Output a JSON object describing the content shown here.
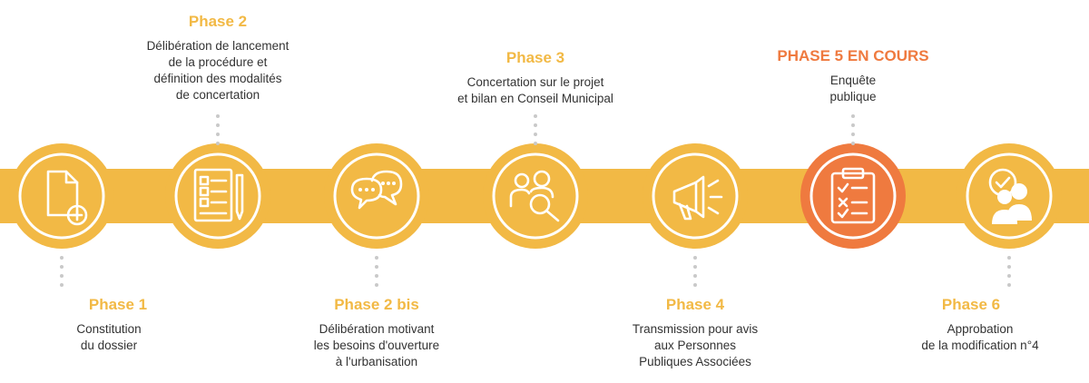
{
  "colors": {
    "phase_yellow": "#f2b945",
    "phase_yellow_dark": "#e0a52e",
    "active_orange": "#ef7a3f",
    "text": "#333333",
    "dots": "#c9c9c9"
  },
  "phases": [
    {
      "title": "Phase 1",
      "desc": [
        "Constitution",
        "du dossier"
      ],
      "icon": "document-add-icon",
      "active": false
    },
    {
      "title": "Phase 2",
      "desc": [
        "Délibération de lancement",
        "de la procédure et",
        "définition des modalités",
        "de concertation"
      ],
      "icon": "form-list-pencil-icon",
      "active": false
    },
    {
      "title": "Phase 2 bis",
      "desc": [
        "Délibération motivant",
        "les besoins d'ouverture",
        "à l'urbanisation"
      ],
      "icon": "chat-bubbles-icon",
      "active": false
    },
    {
      "title": "Phase 3",
      "desc": [
        "Concertation sur le projet",
        "et bilan en Conseil Municipal"
      ],
      "icon": "group-search-icon",
      "active": false
    },
    {
      "title": "Phase 4",
      "desc": [
        "Transmission pour avis",
        "aux Personnes",
        "Publiques Associées"
      ],
      "icon": "megaphone-icon",
      "active": false
    },
    {
      "title": "PHASE 5 EN COURS",
      "desc": [
        "Enquête",
        "publique"
      ],
      "icon": "clipboard-checklist-icon",
      "active": true
    },
    {
      "title": "Phase 6",
      "desc": [
        "Approbation",
        "de la modification n°4"
      ],
      "icon": "approval-users-icon",
      "active": false
    }
  ]
}
